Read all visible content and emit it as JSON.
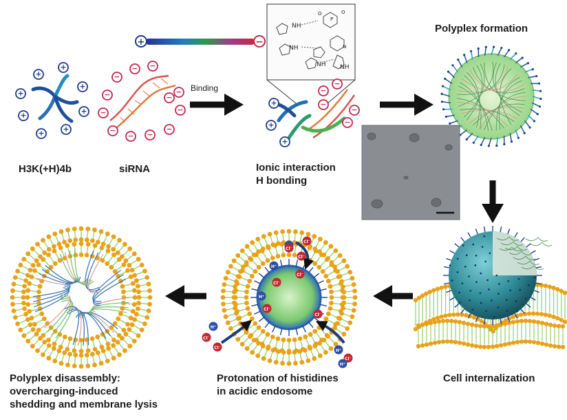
{
  "labels": {
    "h3k": "H3K(+H)4b",
    "sirna": "siRNA",
    "binding": "Binding",
    "ionic_line1": "Ionic interaction",
    "ionic_line2": "H bonding",
    "polyplex_formation": "Polyplex formation",
    "cell_internalization": "Cell internalization",
    "protonation_line1": "Protonation of histidines",
    "protonation_line2": "in acidic endosome",
    "disassembly_line1": "Polyplex disassembly:",
    "disassembly_line2": "overcharging-induced",
    "disassembly_line3": "shedding and membrane lysis"
  },
  "charge_bar": {
    "plus": "+",
    "minus": "−"
  },
  "inset_chem": {
    "nh_labels": [
      "NH",
      "NH",
      "NH",
      "NH"
    ],
    "hetero_labels": [
      "O",
      "O",
      "P",
      "N"
    ]
  },
  "ions": {
    "proton": "H⁺",
    "chloride": "Cl⁻"
  },
  "colors": {
    "positive": "#1d3a8a",
    "negative": "#c0264b",
    "arrow": "#111111",
    "lipid_head": "#e8a21a",
    "lipid_tail": "#8fcf6a",
    "polyplex_green": "#7bc96f",
    "sphere": "#2f8a97"
  }
}
